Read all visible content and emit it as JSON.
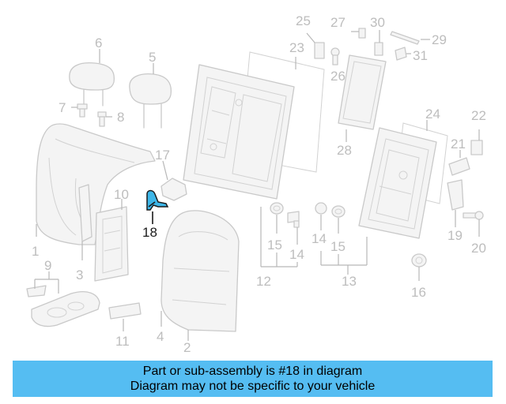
{
  "diagram": {
    "highlighted_part": "18",
    "callouts": [
      "1",
      "2",
      "3",
      "4",
      "5",
      "6",
      "7",
      "8",
      "9",
      "10",
      "11",
      "12",
      "13",
      "14",
      "14",
      "15",
      "15",
      "16",
      "17",
      "18",
      "19",
      "20",
      "21",
      "22",
      "23",
      "24",
      "25",
      "26",
      "27",
      "28",
      "29",
      "30",
      "31"
    ]
  },
  "banner": {
    "line1": "Part or sub-assembly is #18 in diagram",
    "line2": "Diagram may not be specific to your vehicle"
  },
  "colors": {
    "banner_bg": "#55bdf2",
    "highlight": "#3db6e8",
    "line_gray": "#c9c9c9"
  }
}
